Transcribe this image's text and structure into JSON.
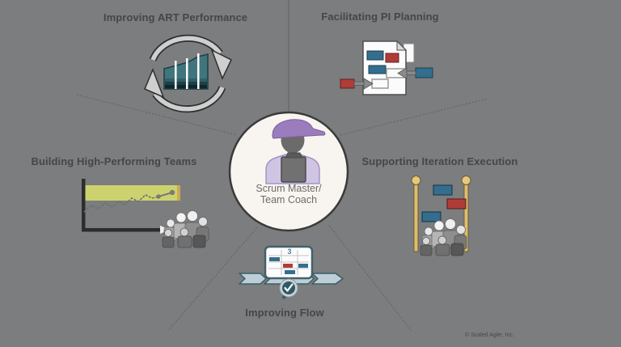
{
  "diagram": {
    "title_implied": "Scrum Master / Team Coach responsibilities",
    "background_color": "#7b7d7e",
    "center": {
      "label_line1": "Scrum Master/",
      "label_line2": "Team Coach"
    },
    "nodes": [
      {
        "label": "Improving ART Performance",
        "icon": "cycle-arrows-bar-chart-icon",
        "position": "top-left"
      },
      {
        "label": "Facilitating PI Planning",
        "icon": "planning-board-cards-icon",
        "position": "top-right"
      },
      {
        "label": "Building High-Performing Teams",
        "icon": "growth-chart-team-icon",
        "position": "left"
      },
      {
        "label": "Supporting Iteration Execution",
        "icon": "iteration-kanban-team-icon",
        "position": "right"
      },
      {
        "label": "Improving Flow",
        "icon": "flow-chevron-board-check-icon",
        "position": "bottom"
      }
    ],
    "flow_board": {
      "wip": "3"
    },
    "copyright": "© Scaled Agile, Inc."
  },
  "colors": {
    "card_blue": "#336e8e",
    "card_red": "#b03c37",
    "chart_teal": "#41757e",
    "band_yellow": "#ccd36e",
    "pole_tan": "#dcbd72",
    "visor_purple": "#9b7cbc",
    "shirt_purple": "#cfc5e3",
    "flow_band_blue": "#bccfd6",
    "check_teal": "#2e5a66",
    "center_circle_fill": "#f8f5f1",
    "axis_dark": "#2d2d2d",
    "label_gray": "#464646",
    "line_gray": "#5f6263"
  }
}
